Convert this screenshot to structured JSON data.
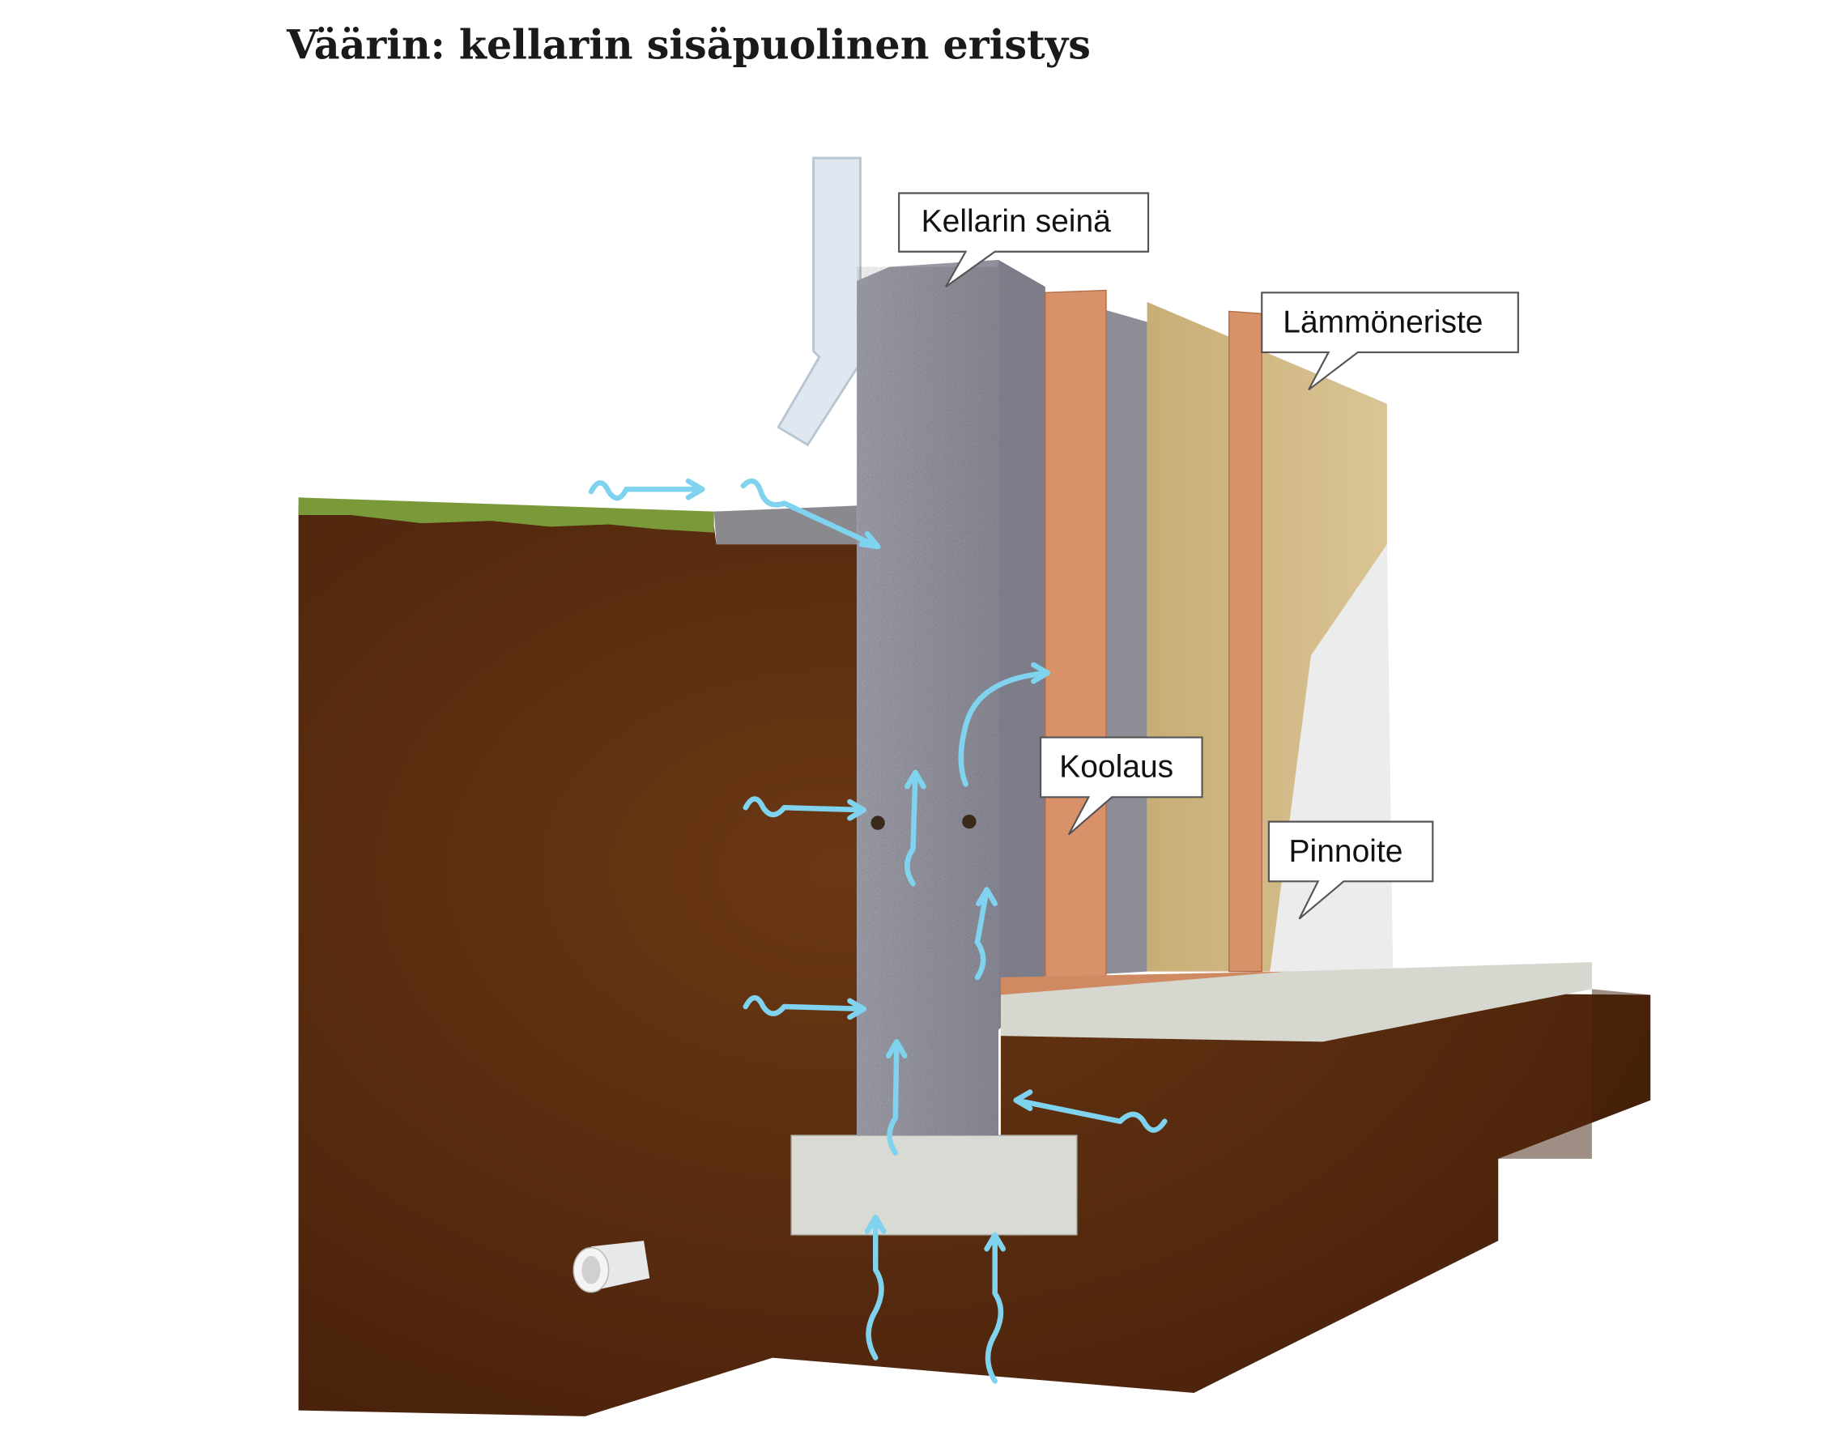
{
  "title": "Väärin: kellarin sisäpuolinen eristys",
  "labels": {
    "wall": "Kellarin seinä",
    "insulation": "Lämmöneriste",
    "furring": "Koolaus",
    "coating": "Pinnoite"
  },
  "colors": {
    "soil": "#5a2c10",
    "concrete": "#9a9aa6",
    "wood": "#d9916a",
    "insulation": "#cdb47e",
    "moisture_arrow": "#7fd3ef",
    "slab": "#d6d8d0"
  }
}
